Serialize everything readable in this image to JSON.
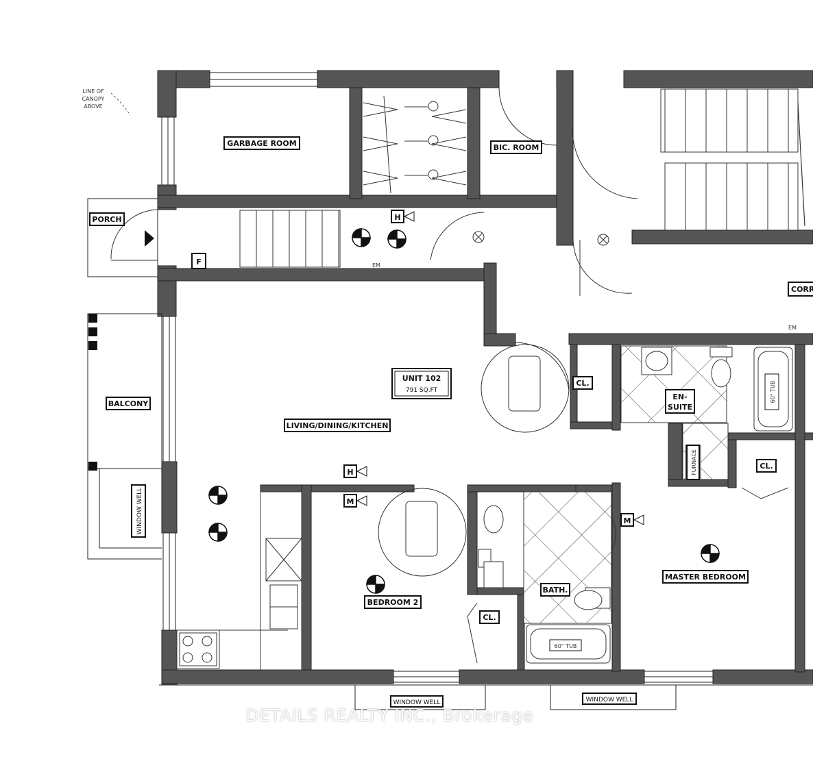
{
  "rooms": {
    "garbage": "GARBAGE ROOM",
    "bicycle": "BIC. ROOM",
    "porch": "PORCH",
    "balcony": "BALCONY",
    "window_well_left": "WINDOW WELL",
    "window_well_bottom_1": "WINDOW WELL",
    "window_well_bottom_2": "WINDOW WELL",
    "living": "LIVING/DINING/KITCHEN",
    "bedroom2": "BEDROOM 2",
    "bath": "BATH.",
    "master": "MASTER BEDROOM",
    "ensuite_1": "EN-",
    "ensuite_2": "SUITE",
    "closet_1": "CL.",
    "closet_2": "CL.",
    "closet_3": "CL.",
    "corridor": "CORR"
  },
  "unit": {
    "name": "UNIT 102",
    "area": "791 SQ.FT"
  },
  "notes": {
    "canopy_1": "LINE OF",
    "canopy_2": "CANOPY",
    "canopy_3": "ABOVE",
    "em_1": "EM",
    "em_2": "EM",
    "tub_1": "60\" TUB",
    "tub_2": "60\" TUB",
    "furnace": "FURNACE"
  },
  "symbols": {
    "heat_detector": "H",
    "smoke_detector": "M",
    "fire_panel": "F"
  },
  "watermark": "DETAILS REALTY INC., Brokerage"
}
